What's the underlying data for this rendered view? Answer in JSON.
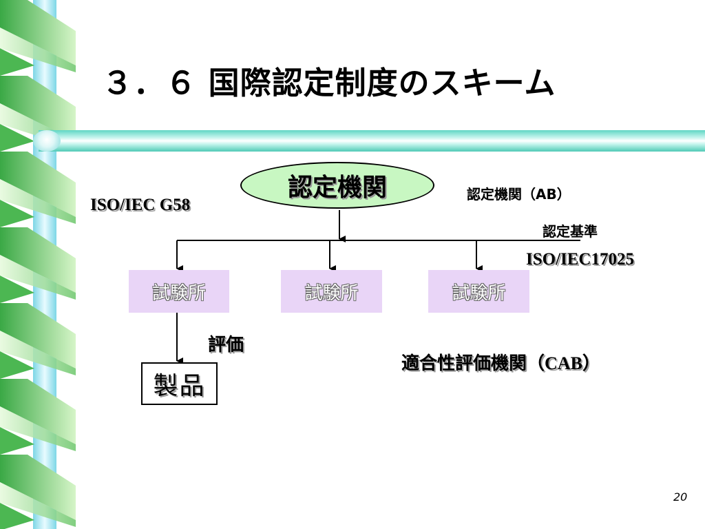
{
  "slide": {
    "title": "３．６ 国際認定制度のスキーム",
    "page_number": "20"
  },
  "diagram": {
    "accreditation_body": "認定機関",
    "ab_label": "認定機関（AB）",
    "iso_g58": "ISO/IEC G58",
    "criteria_label": "認定基準",
    "iso_17025": "ISO/IEC17025",
    "labs": [
      "試験所",
      "試験所",
      "試験所"
    ],
    "evaluation_label": "評価",
    "product": "製品",
    "cab_label_jp": "適合性評価機関（",
    "cab_label_abbr": "CAB",
    "cab_label_close": "）"
  },
  "colors": {
    "oval_fill": "#c8f7c2",
    "lab_fill": "#e9d5f7",
    "ribbon_green": "#3fb34f",
    "ribbon_light": "#d9f7cf",
    "bar_teal": "#5fd6c4"
  }
}
